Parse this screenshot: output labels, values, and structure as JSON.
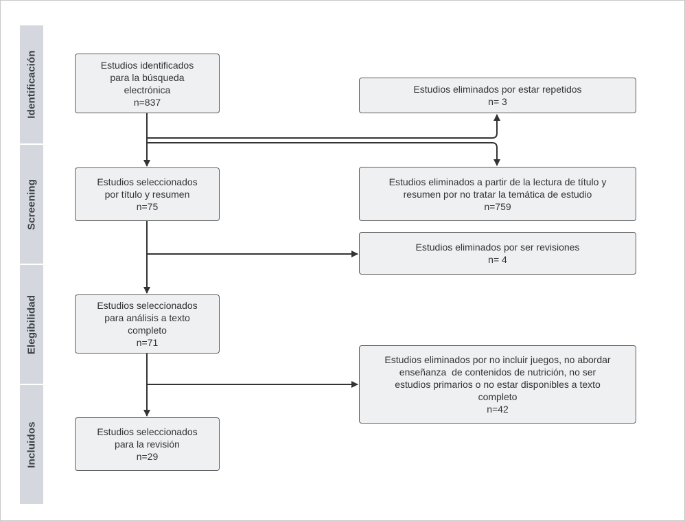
{
  "phases": {
    "identificacion": "Identificación",
    "screening": "Screening",
    "elegibilidad": "Elegibilidad",
    "incluidos": "Incluidos"
  },
  "boxes": {
    "identified": {
      "lines": [
        "Estudios identificados",
        "para la búsqueda",
        "electrónica",
        "n=837"
      ]
    },
    "removed_duplicates": {
      "lines": [
        "Estudios eliminados por estar repetidos",
        "n= 3"
      ]
    },
    "screened": {
      "lines": [
        "Estudios seleccionados",
        "por título y resumen",
        "n=75"
      ]
    },
    "removed_title_abstract": {
      "lines": [
        "Estudios eliminados a partir de la lectura de título y",
        "resumen por no tratar la temática de estudio",
        "n=759"
      ]
    },
    "removed_reviews": {
      "lines": [
        "Estudios eliminados por ser revisiones",
        "n= 4"
      ]
    },
    "full_text": {
      "lines": [
        "Estudios seleccionados",
        "para análisis a texto",
        "completo",
        "n=71"
      ]
    },
    "removed_full_text": {
      "lines": [
        "Estudios eliminados por no incluir juegos, no abordar",
        "enseñanza  de contenidos de nutrición, no ser",
        "estudios primarios o no estar disponibles a texto",
        "completo",
        "n=42"
      ]
    },
    "included": {
      "lines": [
        "Estudios seleccionados",
        "para la revisión",
        "n=29"
      ]
    }
  },
  "colors": {
    "phase_bg": "#d4d8de",
    "box_bg": "#eff0f2",
    "border": "#5a5a5a",
    "arrow": "#333333"
  }
}
